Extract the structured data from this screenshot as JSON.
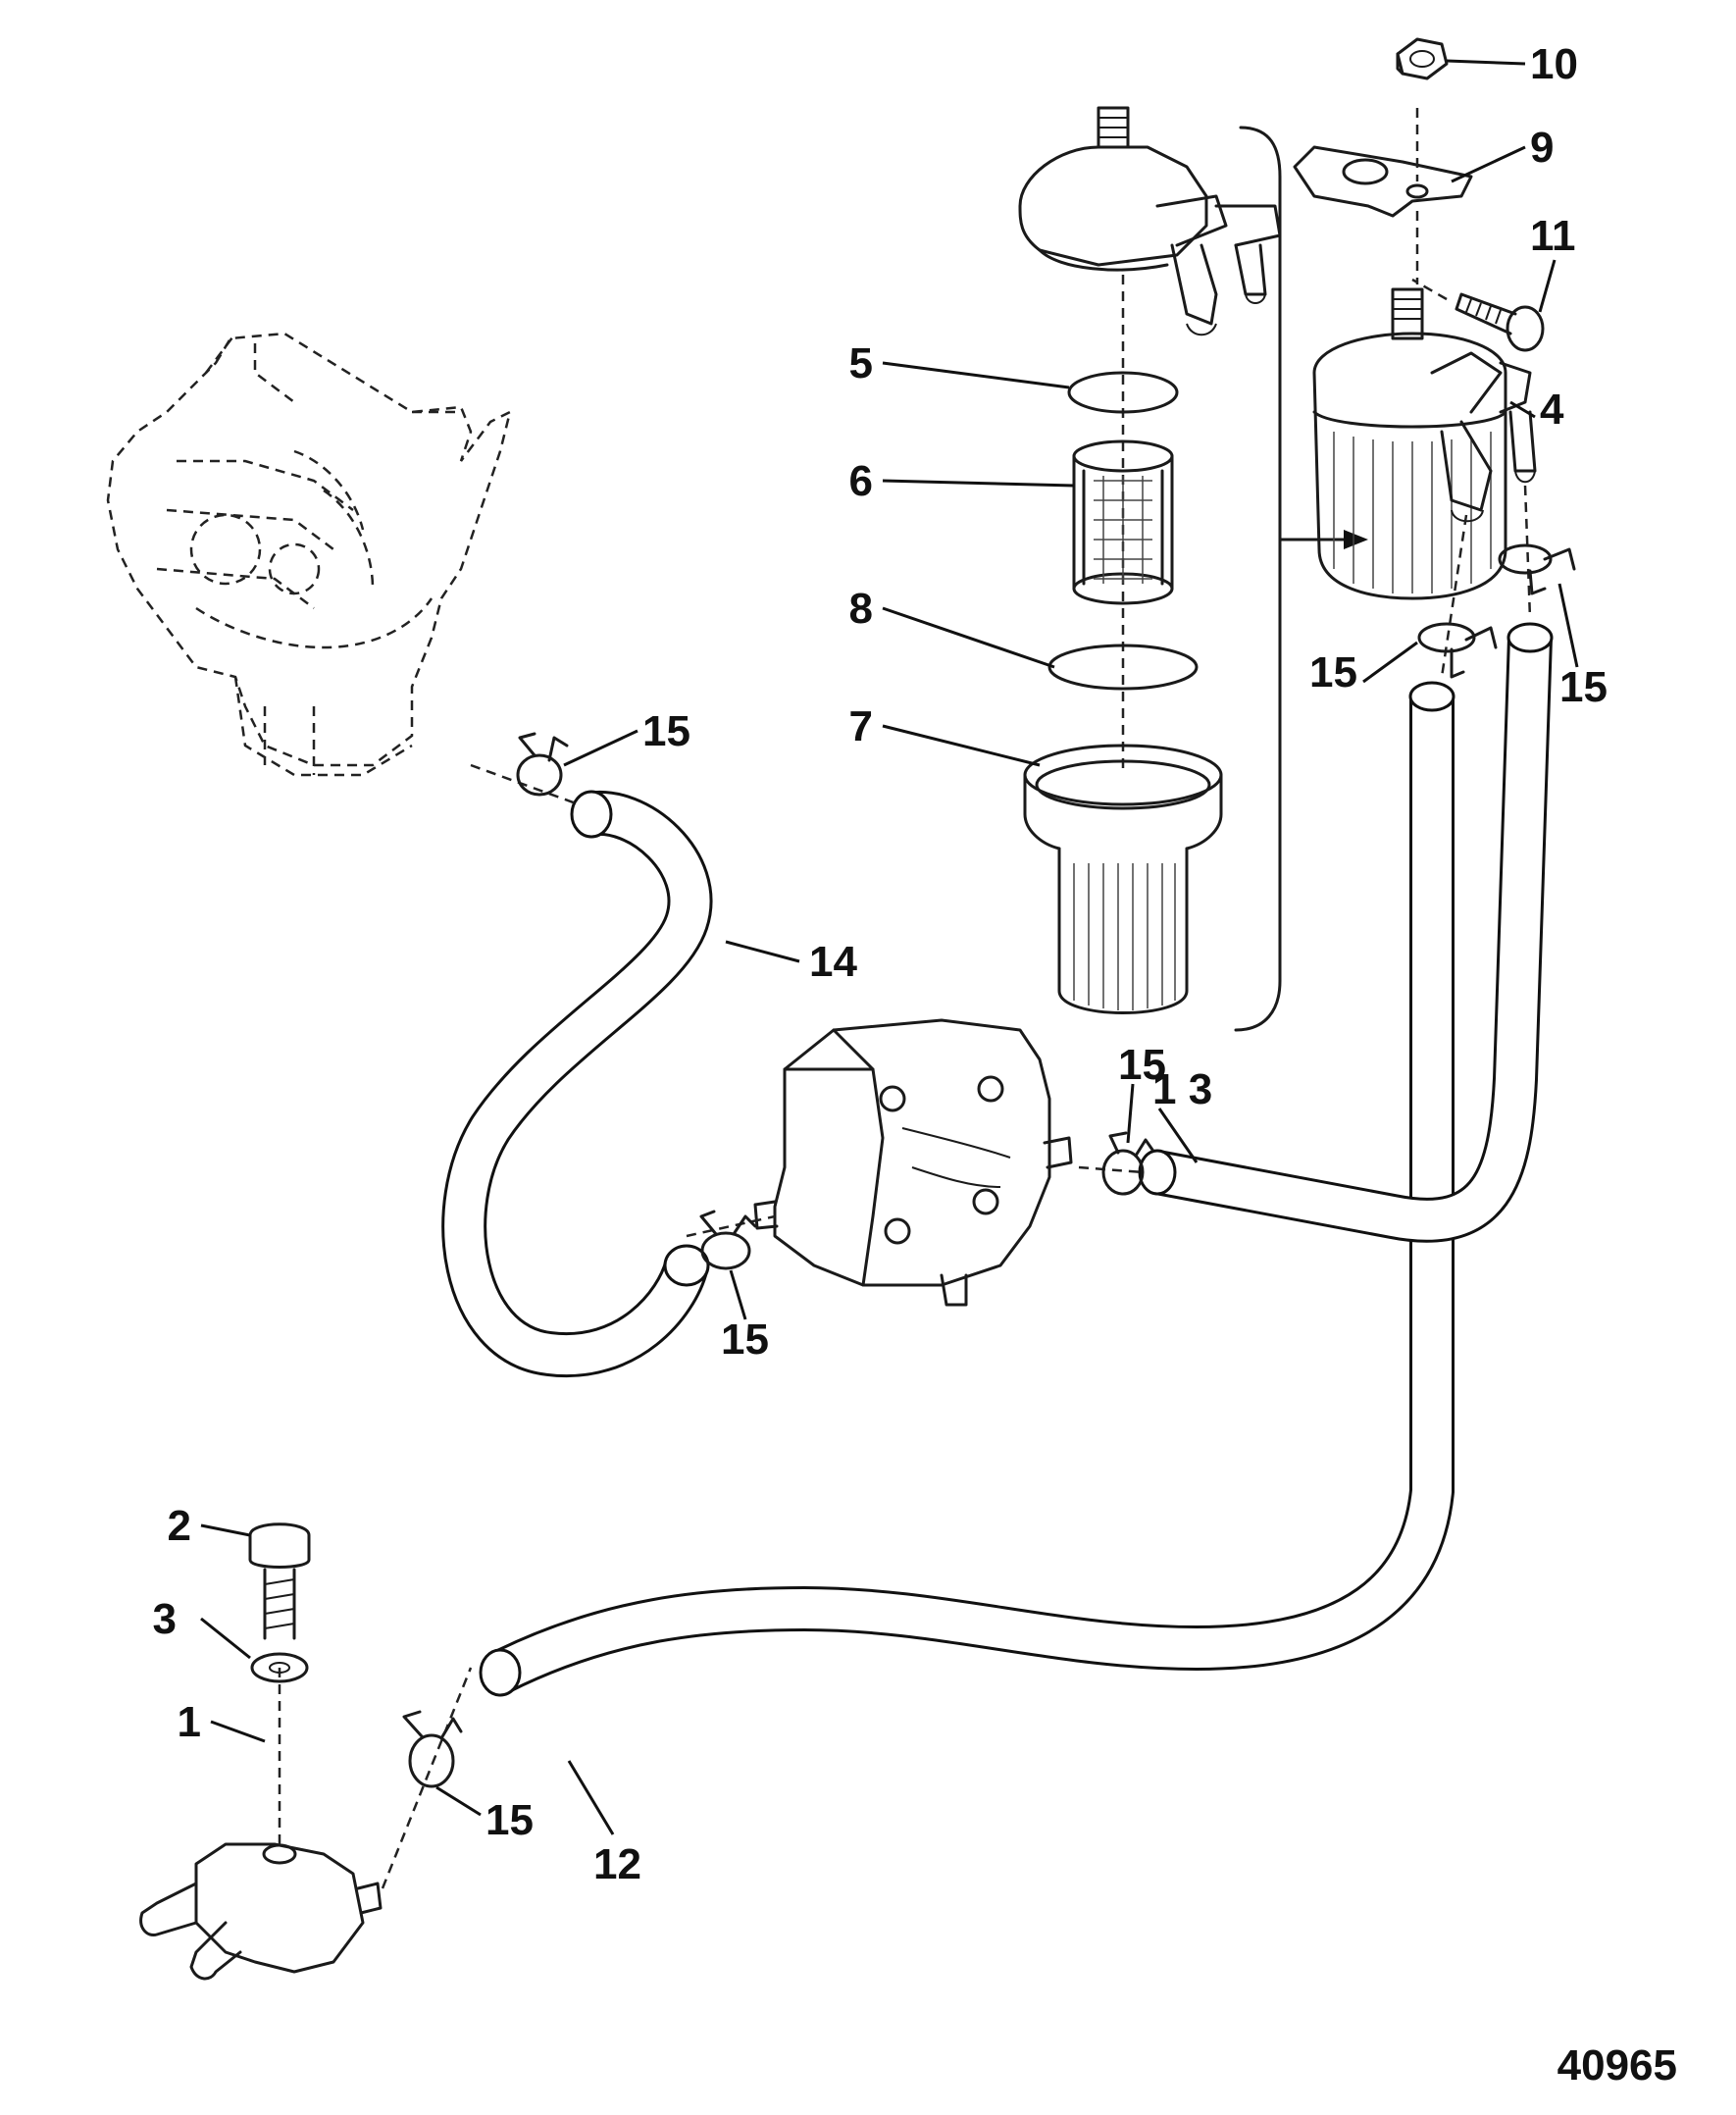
{
  "diagram": {
    "figure_number": "40965",
    "callouts": [
      {
        "id": "1",
        "text": "1"
      },
      {
        "id": "2",
        "text": "2"
      },
      {
        "id": "3",
        "text": "3"
      },
      {
        "id": "4",
        "text": "4"
      },
      {
        "id": "5",
        "text": "5"
      },
      {
        "id": "6",
        "text": "6"
      },
      {
        "id": "7",
        "text": "7"
      },
      {
        "id": "8",
        "text": "8"
      },
      {
        "id": "9",
        "text": "9"
      },
      {
        "id": "10",
        "text": "10"
      },
      {
        "id": "11",
        "text": "11"
      },
      {
        "id": "12",
        "text": "12"
      },
      {
        "id": "13",
        "text": "1 3"
      },
      {
        "id": "14",
        "text": "14"
      },
      {
        "id": "15a",
        "text": "15"
      },
      {
        "id": "15b",
        "text": "15"
      },
      {
        "id": "15c",
        "text": "15"
      },
      {
        "id": "15d",
        "text": "15"
      },
      {
        "id": "15e",
        "text": "15"
      },
      {
        "id": "15f",
        "text": "15"
      }
    ]
  }
}
